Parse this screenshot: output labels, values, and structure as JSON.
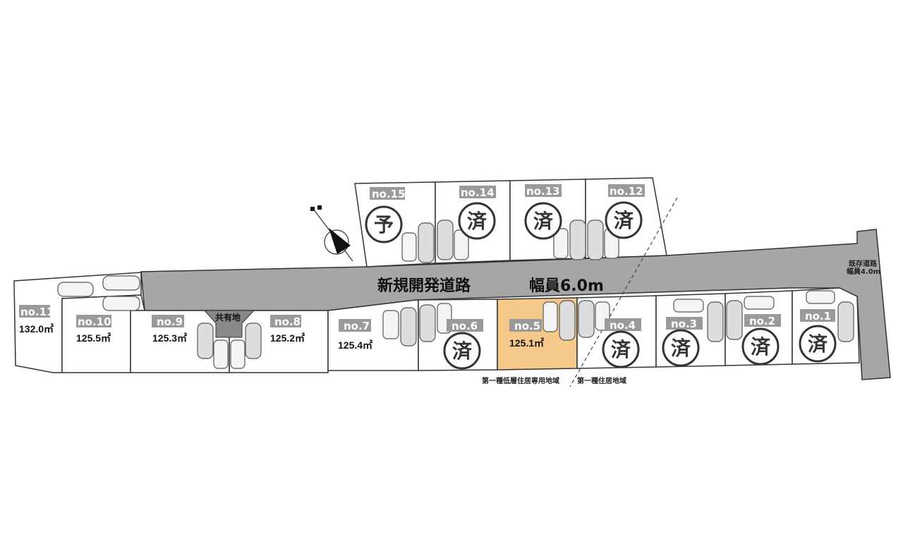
{
  "road": {
    "name": "新規開発道路",
    "width_label": "幅員6.0m"
  },
  "existing_road": {
    "line1": "既存道路",
    "line2": "幅員4.0m"
  },
  "common_land": "共有地",
  "zones": {
    "left": "第一種低層住居専用地域",
    "right": "第一種住居地域"
  },
  "colors": {
    "road": "#a6a6a6",
    "highlight": "#f5c98a",
    "badge": "#9a9a9a"
  },
  "lots": [
    {
      "id": "no.1",
      "status": "済"
    },
    {
      "id": "no.2",
      "status": "済"
    },
    {
      "id": "no.3",
      "status": "済"
    },
    {
      "id": "no.4",
      "status": "済"
    },
    {
      "id": "no.5",
      "area": "125.1㎡",
      "highlighted": true
    },
    {
      "id": "no.6",
      "status": "済"
    },
    {
      "id": "no.7",
      "area": "125.4㎡"
    },
    {
      "id": "no.8",
      "area": "125.2㎡"
    },
    {
      "id": "no.9",
      "area": "125.3㎡"
    },
    {
      "id": "no.10",
      "area": "125.5㎡"
    },
    {
      "id": "no.11",
      "area": "132.0㎡"
    },
    {
      "id": "no.12",
      "status": "済"
    },
    {
      "id": "no.13",
      "status": "済"
    },
    {
      "id": "no.14",
      "status": "済"
    },
    {
      "id": "no.15",
      "status": "予"
    }
  ]
}
